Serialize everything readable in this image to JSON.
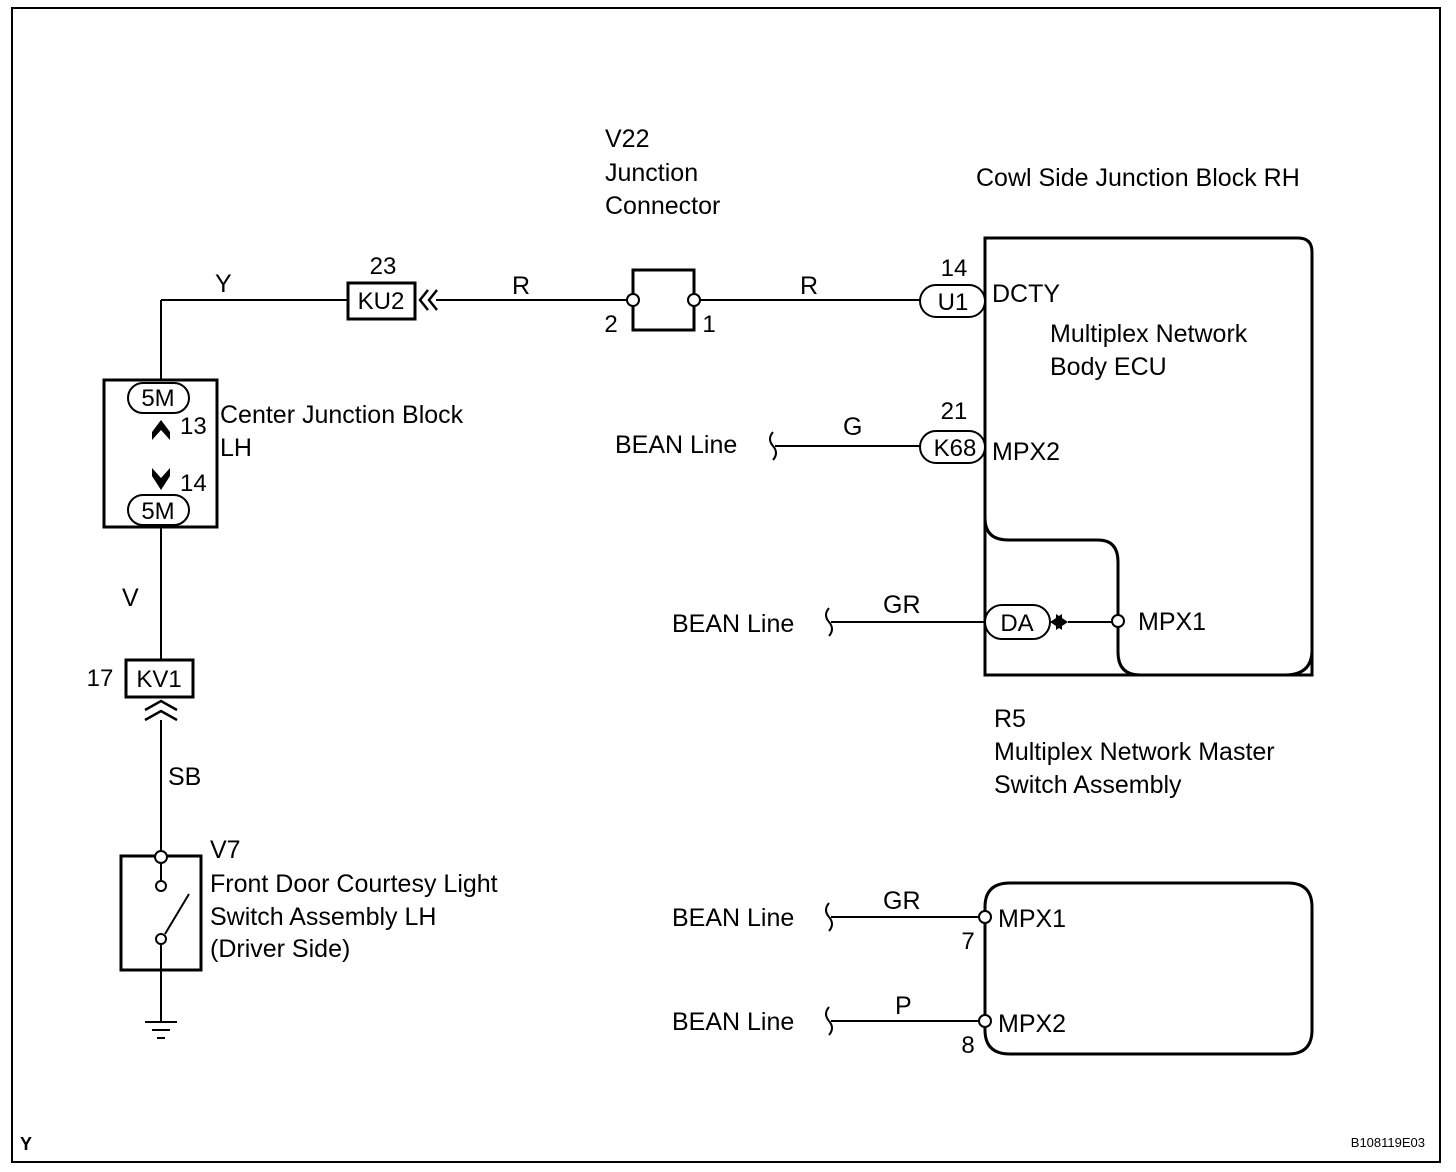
{
  "figure_code": "B108119E03",
  "corner_label": "Y",
  "v22": {
    "code": "V22",
    "line1": "Junction",
    "line2": "Connector",
    "pin_left": "2",
    "pin_right": "1"
  },
  "cowl": {
    "title": "Cowl Side Junction Block RH"
  },
  "ecu": {
    "line1": "Multiplex Network",
    "line2": "Body ECU"
  },
  "cjb": {
    "line1": "Center Junction Block",
    "line2": "LH",
    "conn_top": "5M",
    "conn_bottom": "5M",
    "pin_top": "13",
    "pin_bottom": "14"
  },
  "ku2": {
    "name": "KU2",
    "pin": "23"
  },
  "u1": {
    "name": "U1",
    "pin": "14",
    "terminal": "DCTY"
  },
  "k68": {
    "name": "K68",
    "pin": "21",
    "terminal": "MPX2"
  },
  "da": {
    "name": "DA",
    "terminal": "MPX1"
  },
  "kv1": {
    "name": "KV1",
    "pin": "17"
  },
  "wires": {
    "y": "Y",
    "r_left": "R",
    "r_right": "R",
    "g": "G",
    "gr_top": "GR",
    "v": "V",
    "sb": "SB",
    "gr_bottom": "GR",
    "p": "P"
  },
  "bean": {
    "b1": "BEAN Line",
    "b2": "BEAN Line",
    "b3": "BEAN Line",
    "b4": "BEAN Line"
  },
  "v7": {
    "code": "V7",
    "line1": "Front Door Courtesy Light",
    "line2": "Switch Assembly LH",
    "line3": "(Driver Side)"
  },
  "r5": {
    "code": "R5",
    "line1": "Multiplex Network Master",
    "line2": "Switch Assembly",
    "t1": "MPX1",
    "t2": "MPX2",
    "pin1": "7",
    "pin2": "8"
  }
}
